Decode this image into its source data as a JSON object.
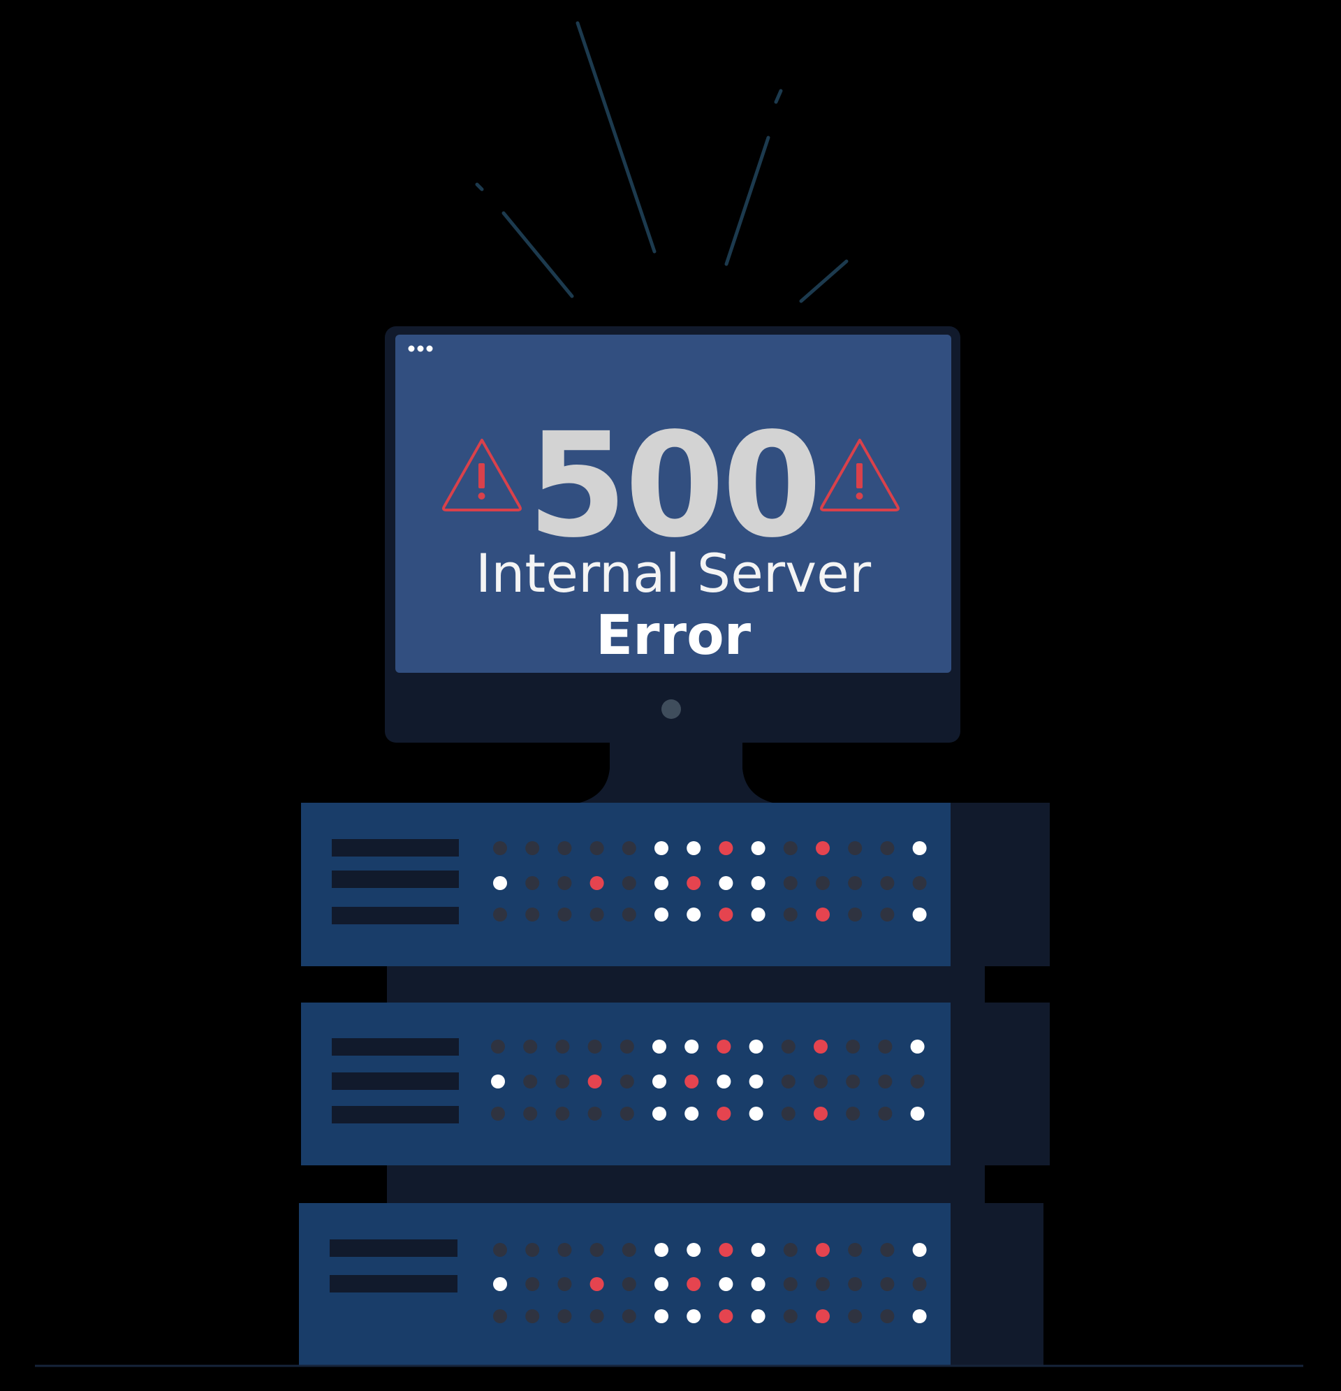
{
  "screen": {
    "error_code": "500",
    "line1": "Internal Server",
    "line2": "Error"
  },
  "colors": {
    "background": "#000000",
    "monitor_frame": "#111a2c",
    "screen": "#324f80",
    "server_face": "#193d69",
    "server_side": "#111a2c",
    "led_off": "#2f3340",
    "led_on": "#ffffff",
    "led_alert": "#e5444f",
    "warning": "#d9414b",
    "burst_lines": "#1c3a4e"
  },
  "icons": [
    "warning-triangle-icon",
    "window-dots-icon",
    "power-button-icon"
  ],
  "led_pattern": [
    [
      "off",
      "off",
      "off",
      "off",
      "off",
      "on",
      "on",
      "alert",
      "on",
      "off",
      "alert",
      "off",
      "off",
      "on"
    ],
    [
      "on",
      "off",
      "off",
      "alert",
      "off",
      "on",
      "alert",
      "on",
      "on",
      "off",
      "off",
      "off",
      "off",
      "off"
    ],
    [
      "off",
      "off",
      "off",
      "off",
      "off",
      "on",
      "on",
      "alert",
      "on",
      "off",
      "alert",
      "off",
      "off",
      "on"
    ]
  ]
}
